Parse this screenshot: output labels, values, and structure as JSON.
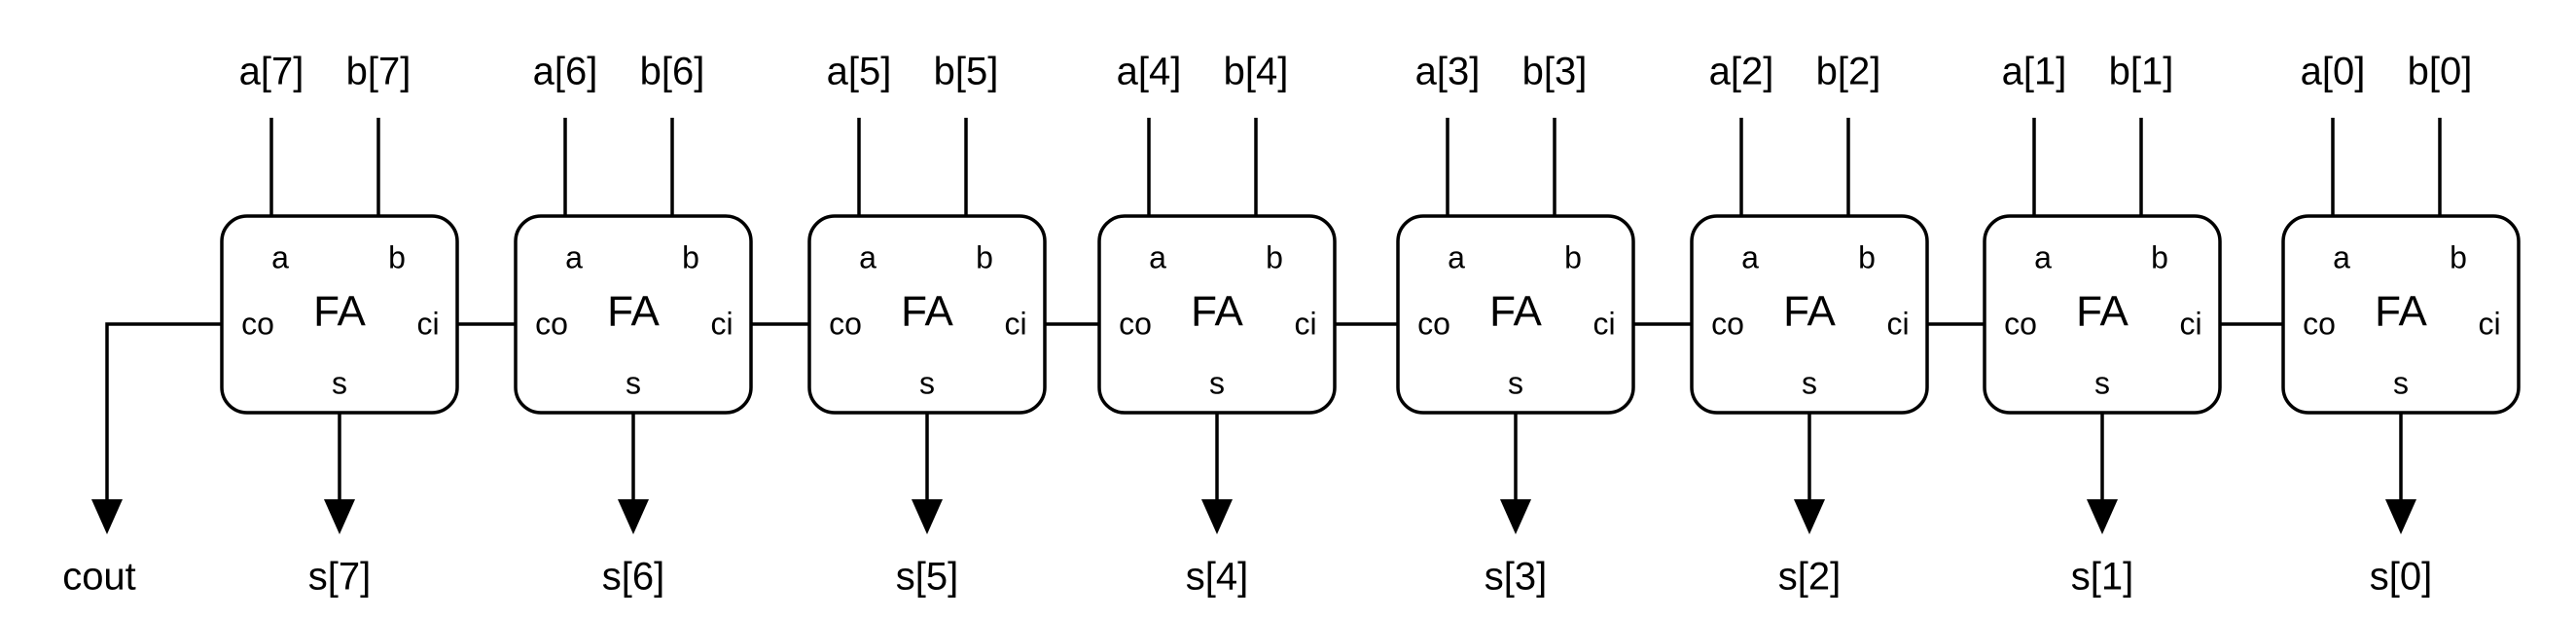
{
  "adders": [
    {
      "a_label": "a[7]",
      "b_label": "b[7]",
      "block": "FA",
      "port_a": "a",
      "port_b": "b",
      "port_co": "co",
      "port_ci": "ci",
      "port_s": "s",
      "s_label": "s[7]"
    },
    {
      "a_label": "a[6]",
      "b_label": "b[6]",
      "block": "FA",
      "port_a": "a",
      "port_b": "b",
      "port_co": "co",
      "port_ci": "ci",
      "port_s": "s",
      "s_label": "s[6]"
    },
    {
      "a_label": "a[5]",
      "b_label": "b[5]",
      "block": "FA",
      "port_a": "a",
      "port_b": "b",
      "port_co": "co",
      "port_ci": "ci",
      "port_s": "s",
      "s_label": "s[5]"
    },
    {
      "a_label": "a[4]",
      "b_label": "b[4]",
      "block": "FA",
      "port_a": "a",
      "port_b": "b",
      "port_co": "co",
      "port_ci": "ci",
      "port_s": "s",
      "s_label": "s[4]"
    },
    {
      "a_label": "a[3]",
      "b_label": "b[3]",
      "block": "FA",
      "port_a": "a",
      "port_b": "b",
      "port_co": "co",
      "port_ci": "ci",
      "port_s": "s",
      "s_label": "s[3]"
    },
    {
      "a_label": "a[2]",
      "b_label": "b[2]",
      "block": "FA",
      "port_a": "a",
      "port_b": "b",
      "port_co": "co",
      "port_ci": "ci",
      "port_s": "s",
      "s_label": "s[2]"
    },
    {
      "a_label": "a[1]",
      "b_label": "b[1]",
      "block": "FA",
      "port_a": "a",
      "port_b": "b",
      "port_co": "co",
      "port_ci": "ci",
      "port_s": "s",
      "s_label": "s[1]"
    },
    {
      "a_label": "a[0]",
      "b_label": "b[0]",
      "block": "FA",
      "port_a": "a",
      "port_b": "b",
      "port_co": "co",
      "port_ci": "ci",
      "port_s": "s",
      "s_label": "s[0]"
    }
  ],
  "cout_label": "cout",
  "colors": {
    "stroke": "#000000",
    "background": "#ffffff"
  }
}
